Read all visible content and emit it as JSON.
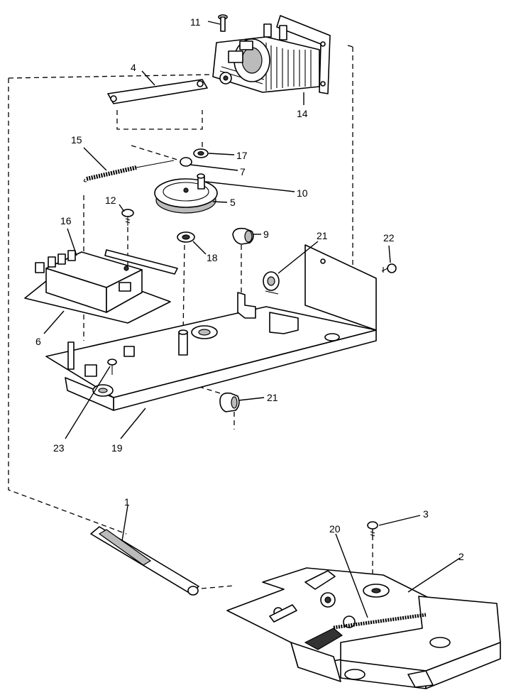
{
  "callouts": [
    {
      "id": "c11",
      "label": "11"
    },
    {
      "id": "c4",
      "label": "4"
    },
    {
      "id": "c14",
      "label": "14"
    },
    {
      "id": "c15",
      "label": "15"
    },
    {
      "id": "c17",
      "label": "17"
    },
    {
      "id": "c7",
      "label": "7"
    },
    {
      "id": "c10",
      "label": "10"
    },
    {
      "id": "c12",
      "label": "12"
    },
    {
      "id": "c5",
      "label": "5"
    },
    {
      "id": "c9",
      "label": "9"
    },
    {
      "id": "c21a",
      "label": "21"
    },
    {
      "id": "c22",
      "label": "22"
    },
    {
      "id": "c16",
      "label": "16"
    },
    {
      "id": "c18",
      "label": "18"
    },
    {
      "id": "c6",
      "label": "6"
    },
    {
      "id": "c21b",
      "label": "21"
    },
    {
      "id": "c23",
      "label": "23"
    },
    {
      "id": "c19",
      "label": "19"
    },
    {
      "id": "c1",
      "label": "1"
    },
    {
      "id": "c3",
      "label": "3"
    },
    {
      "id": "c20",
      "label": "20"
    },
    {
      "id": "c2",
      "label": "2"
    }
  ]
}
